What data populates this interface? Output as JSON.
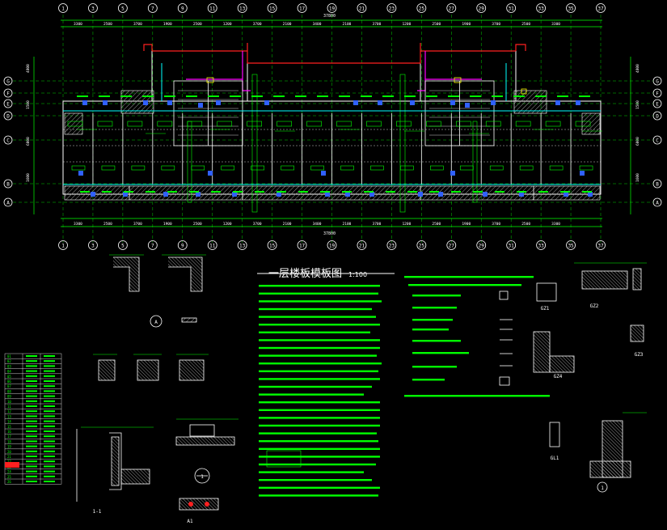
{
  "drawing": {
    "title": "一层楼板模板图",
    "scale": "1:100",
    "grid_top": [
      "1",
      "3",
      "5",
      "7",
      "9",
      "11",
      "13",
      "15",
      "17",
      "19",
      "21",
      "23",
      "25",
      "27",
      "29",
      "31",
      "33",
      "35",
      "37"
    ],
    "grid_bottom": [
      "1",
      "3",
      "5",
      "7",
      "9",
      "11",
      "13",
      "15",
      "17",
      "19",
      "21",
      "23",
      "25",
      "27",
      "29",
      "31",
      "33",
      "35",
      "37"
    ],
    "grid_rows": [
      "G",
      "F",
      "E",
      "D",
      "C",
      "B",
      "A"
    ],
    "dim_overall": "37800",
    "dim_segments": [
      "3300",
      "2500",
      "3700",
      "1900",
      "2500",
      "1200",
      "3700",
      "2100",
      "3400",
      "2100",
      "3700",
      "1200",
      "2500",
      "1900",
      "3700",
      "2500",
      "3300"
    ],
    "side_dims": [
      "4800",
      "1500",
      "6000",
      "1600"
    ],
    "section_labels": [
      "A",
      "1",
      "1",
      "1-1",
      "A1",
      "GZ1",
      "GZ2",
      "GZ3",
      "GZ4",
      "GL1"
    ],
    "table_rows": [
      "01",
      "02",
      "03",
      "04",
      "05",
      "06",
      "07",
      "08",
      "09",
      "10",
      "11",
      "12",
      "13",
      "14",
      "15",
      "16",
      "17",
      "18",
      "19",
      "20",
      "21",
      "22",
      "23",
      "24",
      "25",
      "26"
    ]
  },
  "colors": {
    "bg": "#000000",
    "green": "#00ff00",
    "white": "#ffffff",
    "cyan": "#00ffff",
    "magenta": "#ff00ff",
    "red": "#ff2020",
    "yellow": "#ffff00",
    "blue": "#3060ff"
  }
}
